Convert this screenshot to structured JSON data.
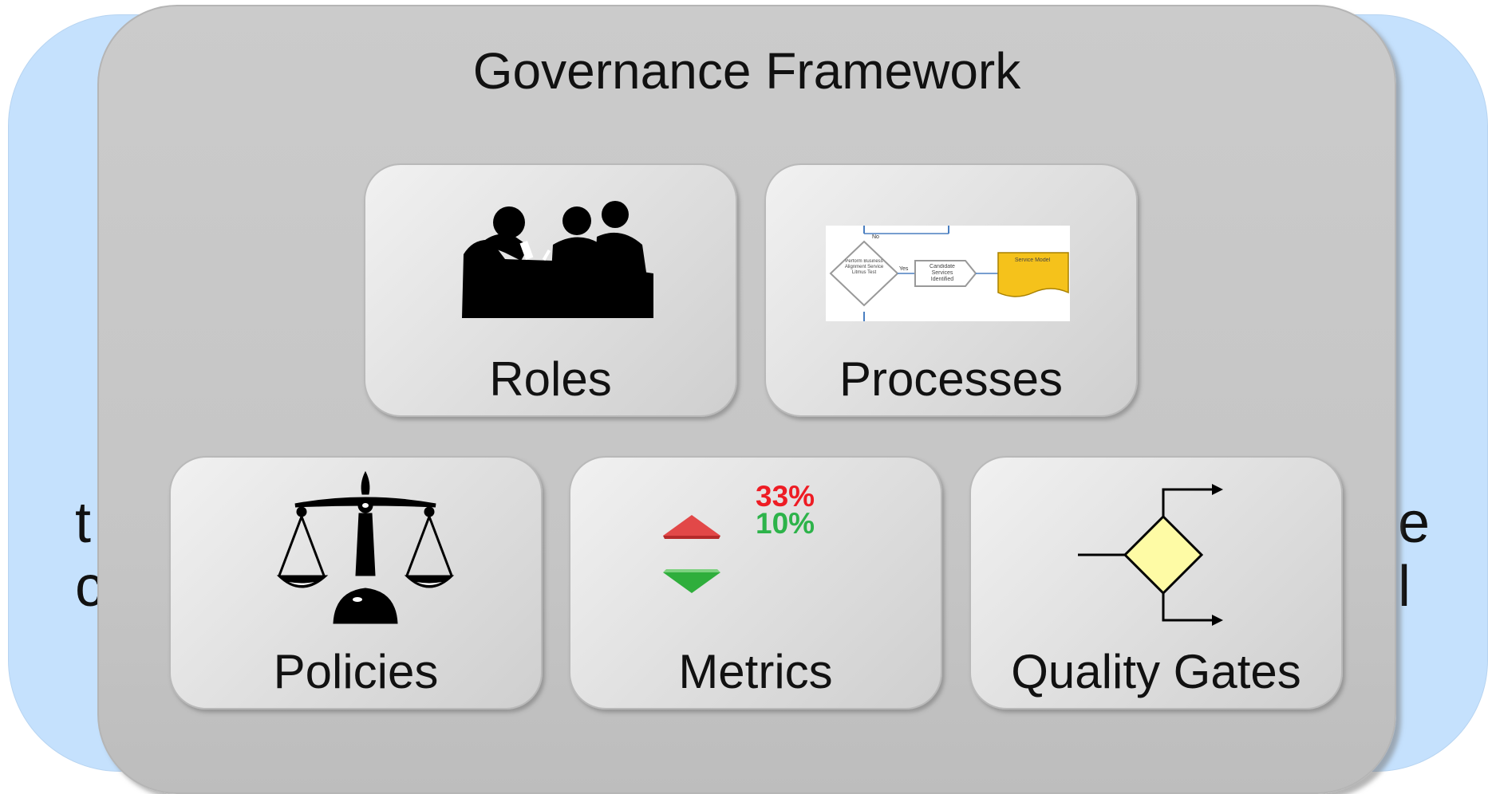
{
  "background_panel": {
    "fragments": {
      "left_top": "t",
      "left_bottom": "c",
      "right_top": "e",
      "right_bottom": "l"
    },
    "color": "#c5e1fd"
  },
  "framework": {
    "title": "Governance Framework",
    "color": "#c8c8c8"
  },
  "tiles": {
    "roles": {
      "label": "Roles",
      "icon": "people-silhouette-icon"
    },
    "processes": {
      "label": "Processes",
      "icon": "process-flow-icon"
    },
    "policies": {
      "label": "Policies",
      "icon": "scales-of-justice-icon"
    },
    "metrics": {
      "label": "Metrics",
      "icon": "up-down-arrows-icon",
      "up_value": "33%",
      "down_value": "10%",
      "up_color": "#ee1c24",
      "down_color": "#2db34a"
    },
    "quality_gates": {
      "label": "Quality Gates",
      "icon": "decision-diamond-icon"
    }
  },
  "process_flow": {
    "no_label": "No",
    "yes_label": "Yes",
    "decision_text": "Perform Business Alignment Service Litmus Test",
    "box_text": "Candidate Services Identified",
    "document_text": "Service Model"
  }
}
